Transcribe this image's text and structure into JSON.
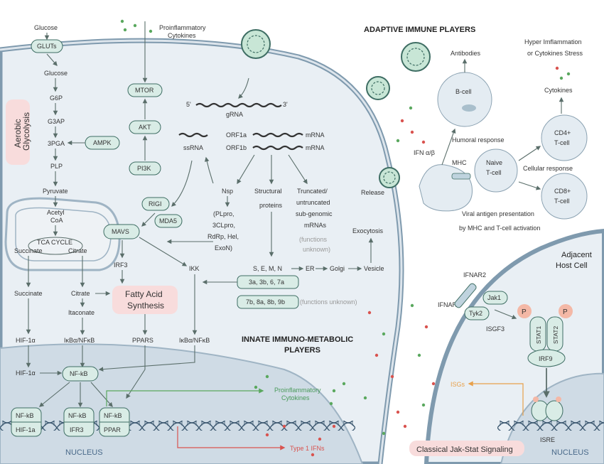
{
  "headings": {
    "adaptive": "ADAPTIVE IMMUNE PLAYERS",
    "innate_line1": "INNATE IMMUNO-METABOLIC",
    "innate_line2": "PLAYERS",
    "adjacent_line1": "Adjacent",
    "adjacent_line2": "Host Cell",
    "nucleus_left": "NUCLEUS",
    "nucleus_right": "NUCLEUS"
  },
  "glycolysis": {
    "label_line1": "Aerobic",
    "label_line2": "Glycolysis",
    "steps": [
      "Glucose",
      "GLUTs",
      "Glucose",
      "G6P",
      "G3AP",
      "3PGA",
      "PLP",
      "Pyruvate",
      "Acetyl",
      "CoA"
    ],
    "ampk": "AMPK"
  },
  "tca": {
    "cycle": "TCA CYCLE",
    "succinate_in": "Succinate",
    "citrate_in": "Citrate",
    "succinate": "Succinate",
    "citrate": "Citrate",
    "itaconate": "Itaconate",
    "hif_a": "HIF-1α",
    "hif_b": "HIF-1α",
    "ikb": "IκBα/NFκB",
    "fas_line1": "Fatty Acid",
    "fas_line2": "Synthesis",
    "ppars": "PPARS"
  },
  "signaling": {
    "proinflam_line1": "Proinflammatory",
    "proinflam_line2": "Cytokines",
    "mtor": "MTOR",
    "akt": "AKT",
    "pi3k": "PI3K",
    "rigi": "RIGI",
    "mda5": "MDA5",
    "mavs": "MAVS",
    "irf3": "IRF3",
    "ikk": "IKK",
    "ikb2": "IκBα/NFκB",
    "nfkb": "NF-kB"
  },
  "replication": {
    "five": "5'",
    "three": "3'",
    "grna": "gRNA",
    "ssrna": "ssRNA",
    "orf1a": "ORF1a",
    "orf1b": "ORF1b",
    "mrna1": "mRNA",
    "mrna2": "mRNA",
    "nsp": "Nsp",
    "nsp_list": [
      "(PLpro,",
      "3CLpro,",
      "RdRp, Hel,",
      "ExoN)"
    ],
    "structural": [
      "Structural",
      "proteins"
    ],
    "truncated": [
      "Truncated/",
      "untruncated",
      "sub-genomic",
      "mRNAs"
    ],
    "fu1": "(functions",
    "fu2": "unknown)",
    "semn": "S, E, M, N",
    "er": "ER",
    "golgi": "Golgi",
    "vesicle": "Vesicle",
    "exocytosis": "Exocytosis",
    "acc1": "3a, 3b, 6, 7a",
    "acc2": "7b, 8a, 8b, 9b",
    "acc2_note": "(functions unknown)",
    "release": "Release"
  },
  "nucleus": {
    "nfkb1": "NF-kB",
    "hif": "HIF-1a",
    "nfkb2": "NF-kB",
    "irf3": "IFR3",
    "nfkb3": "NF-kB",
    "ppar": "PPAR",
    "proinflam_line1": "Proinflammatory",
    "proinflam_line2": "Cytokines",
    "type1": "Type 1 IFNs"
  },
  "adaptive": {
    "antibodies": "Antibodies",
    "bcell": "B-cell",
    "hyper_line1": "Hyper Imflammation",
    "hyper_line2": "or Cytokines Stress",
    "cytokines": "Cytokines",
    "humoral": "Humoral response",
    "ifn": "IFN α/β",
    "mhc": "MHC",
    "naive_line1": "Naive",
    "naive_line2": "T-cell",
    "cd4_line1": "CD4+",
    "cd4_line2": "T-cell",
    "cd8_line1": "CD8+",
    "cd8_line2": "T-cell",
    "cellular": "Cellular response",
    "viral_line1": "Viral antigen presentation",
    "viral_line2": "by MHC and T-cell activation"
  },
  "jakstat": {
    "ifnar2": "IFNAR2",
    "ifnar1": "IFNAR1",
    "jak1": "Jak1",
    "tyk2": "Tyk2",
    "isgf3": "ISGF3",
    "stat1": "STAT1",
    "stat2": "STAT2",
    "irf9": "IRF9",
    "p1": "P",
    "p2": "P",
    "isgs": "ISGs",
    "isre": "ISRE",
    "classical": "Classical Jak-Stat Signaling"
  },
  "colors": {
    "pill_fill": "#d9ece6",
    "pill_stroke": "#3f6e64",
    "pink": "#f8dcdc",
    "cell": "#e9eff4",
    "nucleus": "#cfdbe5",
    "green_dot": "#5aa85e",
    "red_dot": "#d9534f"
  }
}
